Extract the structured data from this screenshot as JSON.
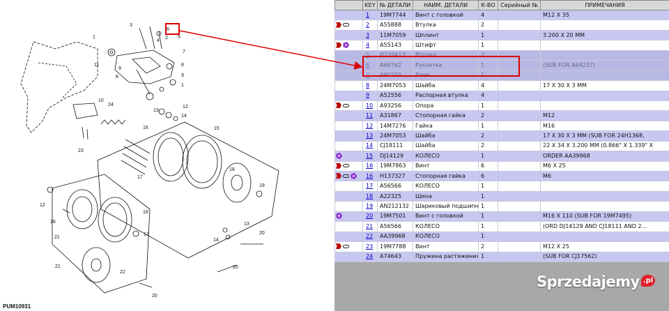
{
  "diagram": {
    "code": "PUM10931",
    "callouts": [
      "1",
      "2",
      "3",
      "4",
      "5",
      "6",
      "7",
      "8",
      "9",
      "10",
      "11",
      "12",
      "13",
      "14",
      "15",
      "16",
      "17",
      "18",
      "19",
      "20",
      "21",
      "22",
      "23",
      "24"
    ]
  },
  "table": {
    "headers": {
      "key": "KEY",
      "part_no": "№ ДЕТАЛИ",
      "name": "НАИМ. ДЕТАЛИ",
      "qty": "К-ВО",
      "serial": "Серийный №",
      "notes": "ПРИМЕЧАНИЯ"
    },
    "rows": [
      {
        "icons": [],
        "key": "1",
        "part_no": "19M7744",
        "name": "Винт с головкой",
        "qty": "4",
        "serial": "",
        "notes": "M12 X 35",
        "style": "blue"
      },
      {
        "icons": [
          "tag-icon",
          "link-icon"
        ],
        "key": "2",
        "part_no": "A55888",
        "name": "Втулка",
        "qty": "2",
        "serial": "",
        "notes": "",
        "style": "white"
      },
      {
        "icons": [],
        "key": "3",
        "part_no": "11M7059",
        "name": "Шплинт",
        "qty": "1",
        "serial": "",
        "notes": "3.200 X 20 MM",
        "style": "blue"
      },
      {
        "icons": [
          "tag-icon",
          "gear-icon"
        ],
        "key": "4",
        "part_no": "A55143",
        "name": "Штифт",
        "qty": "1",
        "serial": "",
        "notes": "",
        "style": "white"
      },
      {
        "icons": [],
        "key": "5",
        "part_no": "H220413",
        "name": "Втулка",
        "qty": "2",
        "serial": "",
        "notes": "",
        "style": "faded"
      },
      {
        "icons": [],
        "key": "6",
        "part_no": "A66762",
        "name": "Рукоятка",
        "qty": "1",
        "serial": "",
        "notes": "(SUB FOR A64237)",
        "style": "faded"
      },
      {
        "icons": [],
        "key": "7",
        "part_no": "A90250",
        "name": "Рама",
        "qty": "1",
        "serial": "",
        "notes": "",
        "style": "faded"
      },
      {
        "icons": [],
        "key": "8",
        "part_no": "24M7053",
        "name": "Шайба",
        "qty": "4",
        "serial": "",
        "notes": "17 X 30 X 3 MM",
        "style": "white"
      },
      {
        "icons": [],
        "key": "9",
        "part_no": "A52556",
        "name": "Распорная втулка",
        "qty": "4",
        "serial": "",
        "notes": "",
        "style": "blue"
      },
      {
        "icons": [
          "tag-icon",
          "link-icon"
        ],
        "key": "10",
        "part_no": "A93256",
        "name": "Опора",
        "qty": "1",
        "serial": "",
        "notes": "",
        "style": "white"
      },
      {
        "icons": [],
        "key": "11",
        "part_no": "A31867",
        "name": "Стопорная гайка",
        "qty": "2",
        "serial": "",
        "notes": "M12",
        "style": "blue"
      },
      {
        "icons": [],
        "key": "12",
        "part_no": "14M7276",
        "name": "Гайка",
        "qty": "1",
        "serial": "",
        "notes": "M16",
        "style": "white"
      },
      {
        "icons": [],
        "key": "13",
        "part_no": "24M7053",
        "name": "Шайба",
        "qty": "2",
        "serial": "",
        "notes": "17 X 30 X 3 MM (SUB FOR 24H1368,",
        "style": "blue"
      },
      {
        "icons": [],
        "key": "14",
        "part_no": "CJ18111",
        "name": "Шайба",
        "qty": "2",
        "serial": "",
        "notes": "22 X 34 X 3.200 MM (0.866\" X 1.339\" X",
        "style": "white"
      },
      {
        "icons": [
          "gear-icon"
        ],
        "key": "15",
        "part_no": "DJ14129",
        "name": "КОЛЕСО",
        "qty": "1",
        "serial": "",
        "notes": "ORDER AA39968",
        "style": "blue"
      },
      {
        "icons": [
          "tag-icon",
          "link-icon"
        ],
        "key": "16",
        "part_no": "19M7863",
        "name": "Винт",
        "qty": "6",
        "serial": "",
        "notes": "M6 X 25",
        "style": "white"
      },
      {
        "icons": [
          "tag-icon",
          "link-icon",
          "gear-icon"
        ],
        "key": "16",
        "part_no": "H137327",
        "name": "Стопорная гайка",
        "qty": "6",
        "serial": "",
        "notes": "M6",
        "style": "blue"
      },
      {
        "icons": [],
        "key": "17",
        "part_no": "A56566",
        "name": "КОЛЕСО",
        "qty": "1",
        "serial": "",
        "notes": "",
        "style": "white"
      },
      {
        "icons": [],
        "key": "18",
        "part_no": "A22325",
        "name": "Шина",
        "qty": "1",
        "serial": "",
        "notes": "",
        "style": "blue"
      },
      {
        "icons": [],
        "key": "19",
        "part_no": "AN212132",
        "name": "Шариковый подшипник",
        "qty": "1",
        "serial": "",
        "notes": "",
        "style": "white"
      },
      {
        "icons": [
          "gear-icon"
        ],
        "key": "20",
        "part_no": "19M7501",
        "name": "Винт с головкой",
        "qty": "1",
        "serial": "",
        "notes": "M16 X 110 (SUB FOR 19M7495)",
        "style": "blue"
      },
      {
        "icons": [],
        "key": "21",
        "part_no": "A56566",
        "name": "КОЛЕСО",
        "qty": "1",
        "serial": "",
        "notes": "(ORD DJ14129 AND CJ18111 AND 2...",
        "style": "white"
      },
      {
        "icons": [],
        "key": "22",
        "part_no": "AA39968",
        "name": "КОЛЕСО",
        "qty": "1",
        "serial": "",
        "notes": "",
        "style": "blue"
      },
      {
        "icons": [
          "tag-icon",
          "link-icon"
        ],
        "key": "23",
        "part_no": "19M7788",
        "name": "Винт",
        "qty": "2",
        "serial": "",
        "notes": "M12 X 25",
        "style": "white"
      },
      {
        "icons": [],
        "key": "24",
        "part_no": "A74643",
        "name": "Пружина растяжения",
        "qty": "1",
        "serial": "",
        "notes": "(SUB FOR CJ17562)",
        "style": "blue"
      }
    ]
  },
  "watermark": {
    "text": "Sprzedajemy",
    "badge": ".pl"
  },
  "colors": {
    "row_blue": "#c7c7f2",
    "row_white": "#ffffff",
    "highlight": "#dd0000",
    "link": "#0000cc",
    "panel_bg": "#a8a8a8"
  }
}
